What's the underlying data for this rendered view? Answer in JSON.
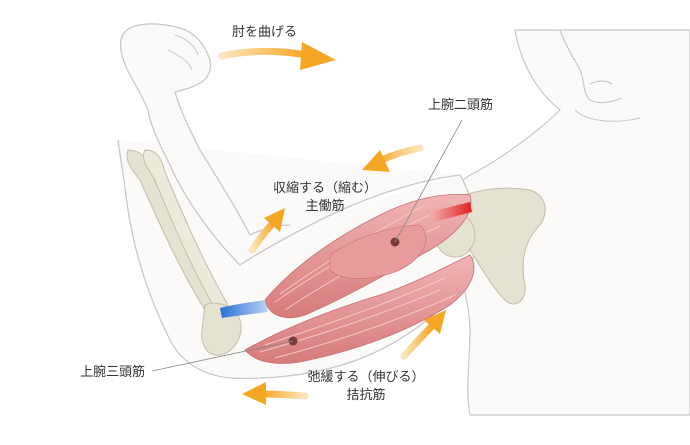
{
  "labels": {
    "bend_elbow": "肘を曲げる",
    "biceps": "上腕二頭筋",
    "contract_line1": "収縮する（縮む）",
    "contract_line2": "主働筋",
    "triceps": "上腕三頭筋",
    "relax_line1": "弛緩する（伸びる）",
    "relax_line2": "拮抗筋"
  },
  "colors": {
    "skin_outline": "#c8c8c8",
    "bone": "#e5e2d2",
    "muscle": "#e8a0a0",
    "muscle_dark": "#c95a5a",
    "arrow": "#f5a623",
    "tendon_origin": "#e02020",
    "tendon_insertion": "#2a6fd6"
  }
}
